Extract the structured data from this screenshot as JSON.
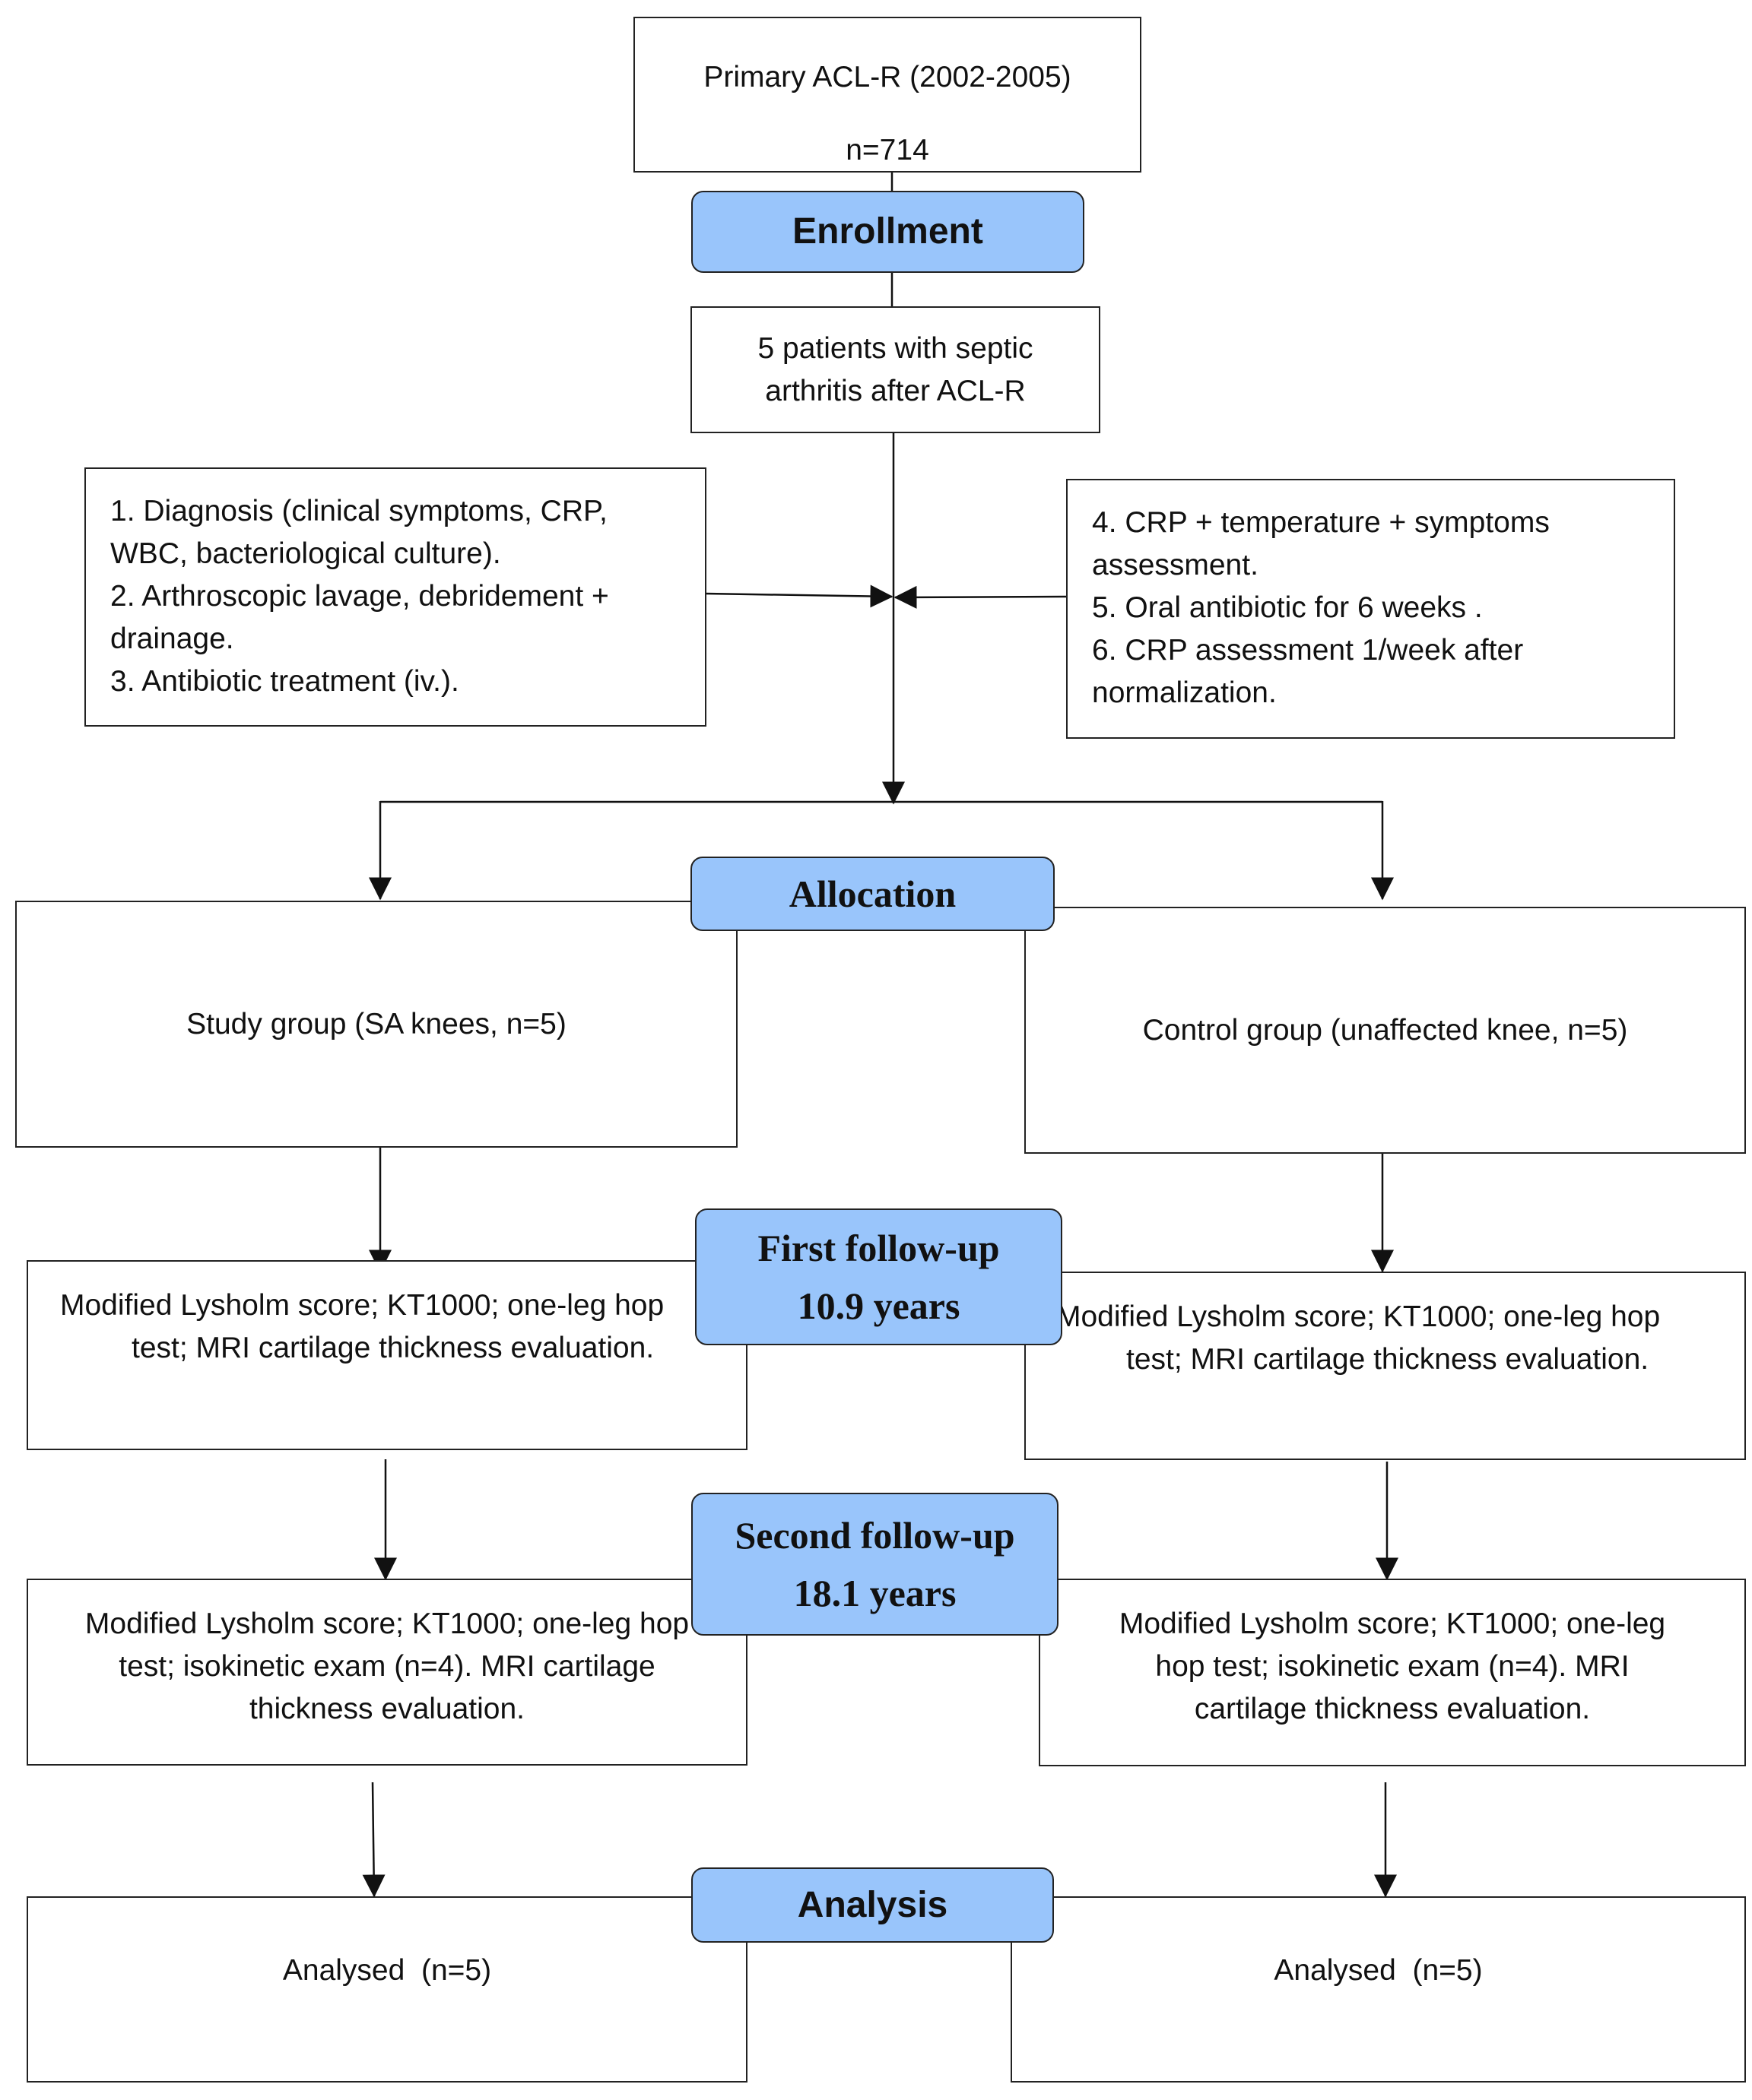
{
  "primary_box": {
    "line1": "Primary ACL-R (2002-2005)",
    "line2": "n=714"
  },
  "stages": {
    "enrollment": "Enrollment",
    "allocation": "Allocation",
    "first_followup": {
      "line1": "First follow-up",
      "line2": "10.9 years"
    },
    "second_followup": {
      "line1": "Second follow-up",
      "line2": "18.1 years"
    },
    "analysis": "Analysis"
  },
  "septic_box": {
    "line1": "5 patients with septic",
    "line2": "arthritis after ACL-R"
  },
  "left_steps": [
    "1. Diagnosis (clinical symptoms, CRP,",
    "WBC, bacteriological culture).",
    "2. Arthroscopic lavage, debridement +",
    "drainage.",
    "3. Antibiotic treatment (iv.)."
  ],
  "right_steps": [
    "4. CRP + temperature + symptoms",
    "assessment.",
    "5. Oral antibiotic for 6 weeks .",
    "6. CRP assessment 1/week after",
    "normalization."
  ],
  "groups": {
    "study": "Study group (SA knees, n=5)",
    "control": "Control group (unaffected knee, n=5)"
  },
  "first_followup_boxes": {
    "left": {
      "line1": "Modified Lysholm score; KT1000; one-leg hop",
      "line2": "test; MRI cartilage thickness evaluation."
    },
    "right": {
      "line1": "Modified Lysholm score; KT1000; one-leg hop",
      "line2": "test; MRI cartilage thickness evaluation."
    }
  },
  "second_followup_boxes": {
    "left": {
      "line1": "Modified Lysholm score; KT1000; one-leg hop",
      "line2": "test; isokinetic exam (n=4). MRI cartilage",
      "line3": "thickness evaluation."
    },
    "right": {
      "line1": "Modified Lysholm score; KT1000; one-leg",
      "line2": "hop test; isokinetic exam (n=4). MRI",
      "line3": "cartilage thickness evaluation."
    }
  },
  "analysed": {
    "left": "Analysed  (n=5)",
    "right": "Analysed  (n=5)"
  },
  "colors": {
    "stage_fill": "#99c5fb",
    "border": "#222222"
  }
}
